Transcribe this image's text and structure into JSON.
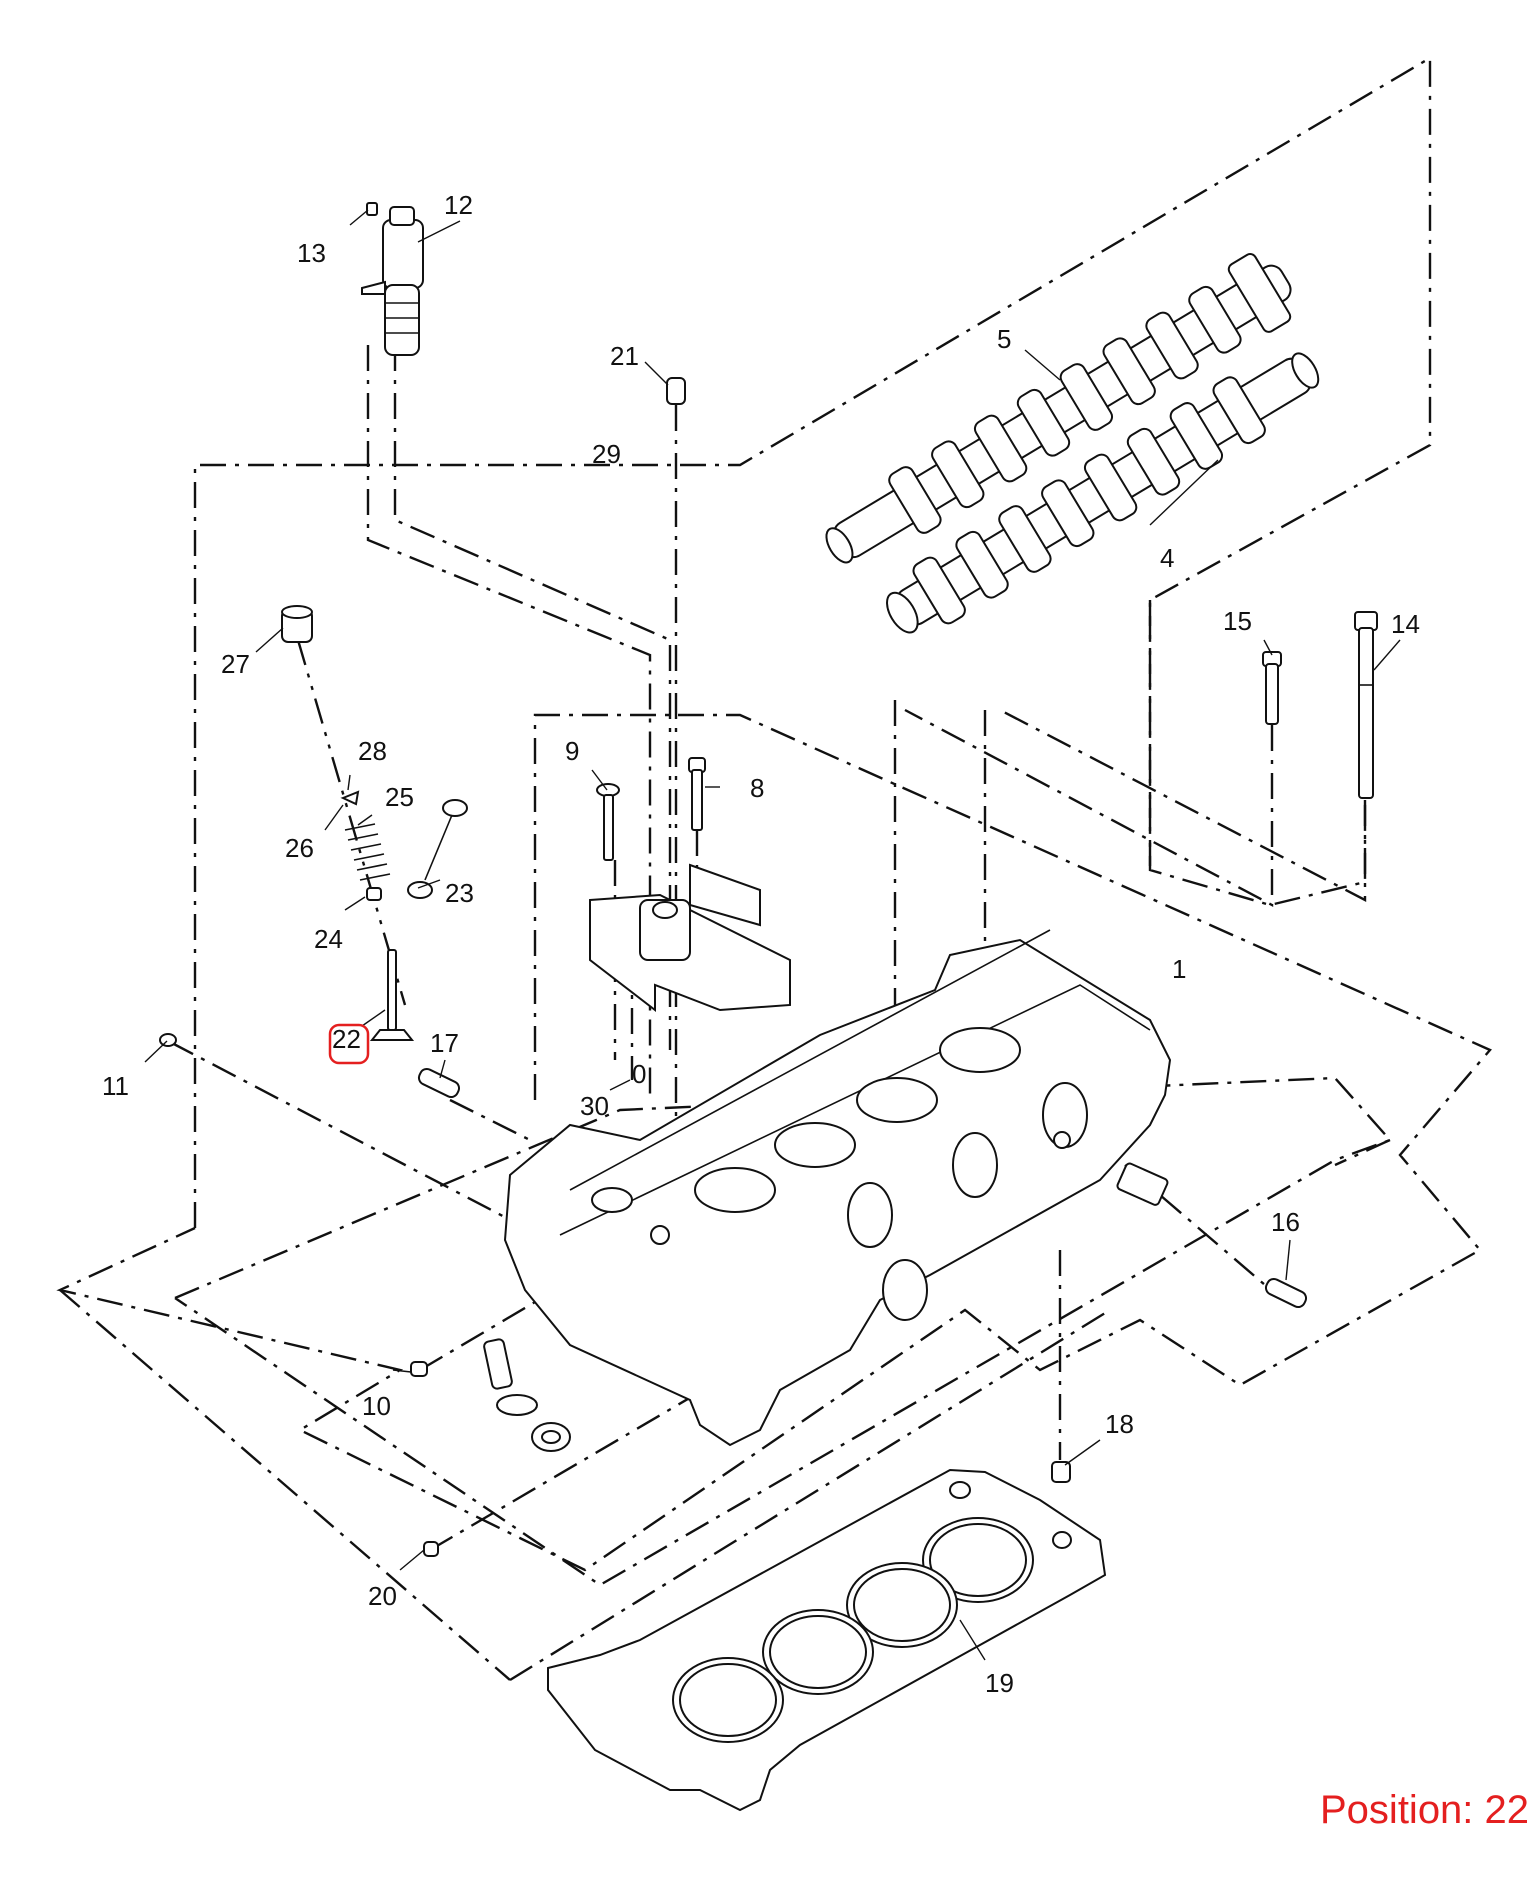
{
  "callouts": {
    "c1": "1",
    "c4": "4",
    "c5": "5",
    "c8": "8",
    "c9": "9",
    "c10": "10",
    "c11": "11",
    "c12": "12",
    "c13": "13",
    "c14": "14",
    "c15": "15",
    "c16": "16",
    "c17": "17",
    "c18": "18",
    "c19": "19",
    "c20": "20",
    "c21": "21",
    "c22": "22",
    "c23": "23",
    "c24": "24",
    "c25": "25",
    "c26": "26",
    "c27": "27",
    "c28": "28",
    "c29": "29",
    "c30": "30",
    "c0": "0"
  },
  "position_label": "Position: 22",
  "colors": {
    "highlight": "#e41f1f",
    "line": "#111111",
    "background": "#ffffff"
  }
}
